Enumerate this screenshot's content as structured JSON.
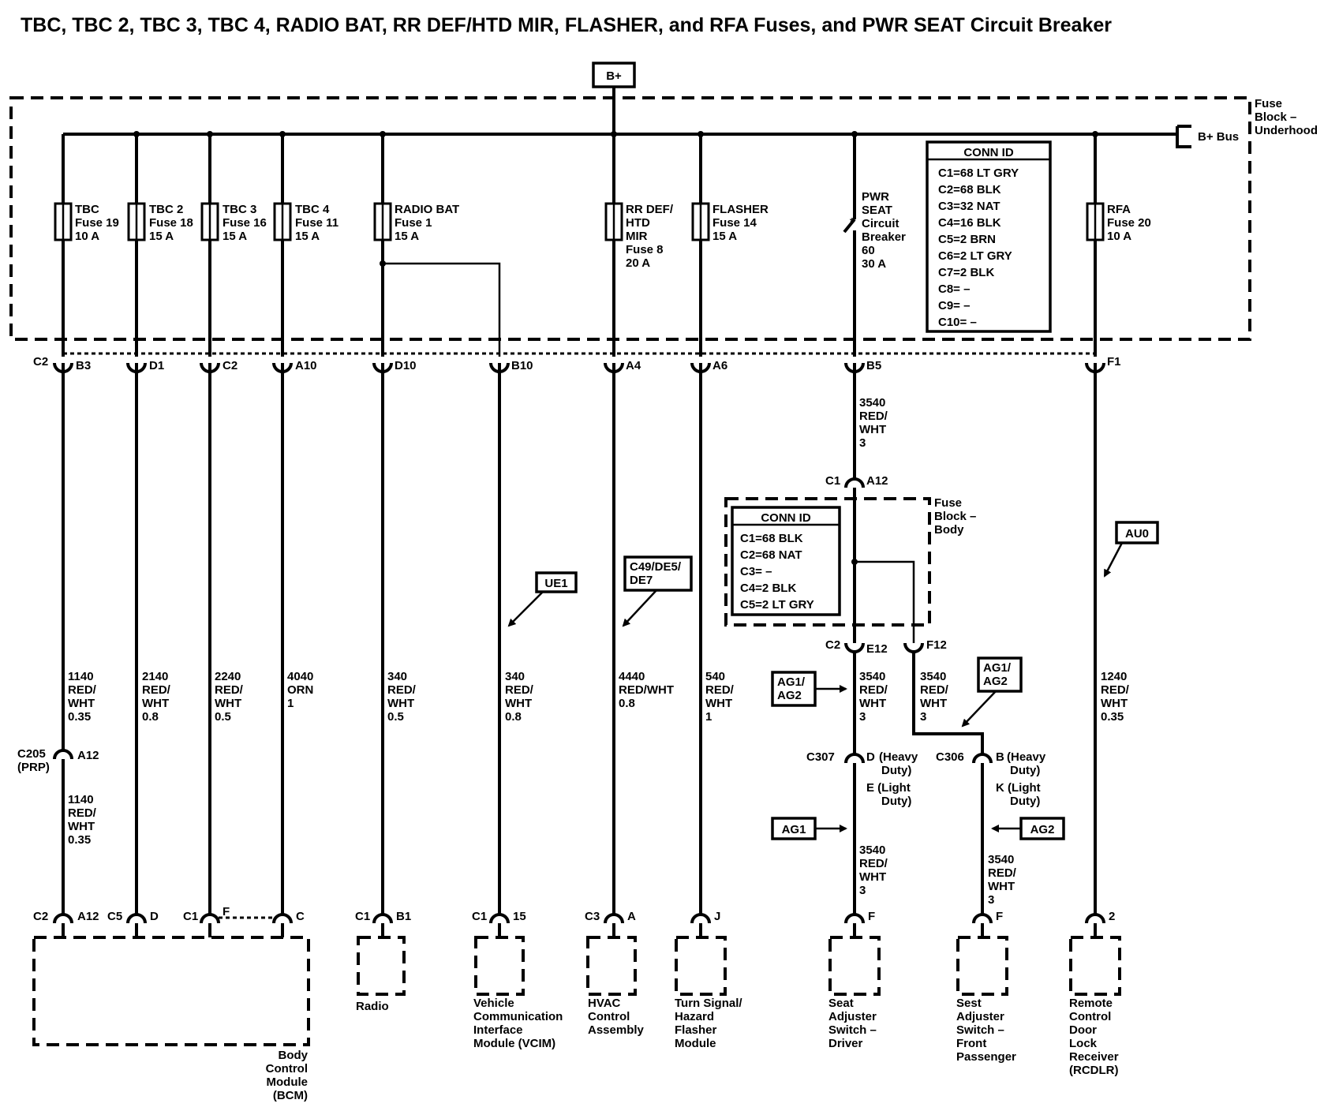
{
  "title": "TBC, TBC 2, TBC 3, TBC 4, RADIO BAT, RR  DEF/HTD   MIR, FLASHER, and RFA Fuses, and PWR SEAT Circuit Breaker",
  "bplus": "B+",
  "fuse_block_underhood": [
    "Fuse",
    "Block –",
    "Underhood"
  ],
  "bplus_bus": "B+ Bus",
  "fuses": [
    {
      "lines": [
        "TBC",
        "Fuse 19",
        "10 A"
      ]
    },
    {
      "lines": [
        "TBC 2",
        "Fuse 18",
        "15 A"
      ]
    },
    {
      "lines": [
        "TBC 3",
        "Fuse 16",
        "15 A"
      ]
    },
    {
      "lines": [
        "TBC 4",
        "Fuse 11",
        "15 A"
      ]
    },
    {
      "lines": [
        "RADIO BAT",
        "Fuse 1",
        "15 A"
      ]
    },
    {
      "lines": [
        "RR DEF/",
        "HTD",
        "MIR",
        "Fuse 8",
        "20 A"
      ]
    },
    {
      "lines": [
        "FLASHER",
        "Fuse 14",
        "15 A"
      ]
    },
    {
      "lines": [
        "PWR",
        "SEAT",
        "Circuit",
        "Breaker",
        "60",
        "30 A"
      ]
    },
    {
      "lines": [
        "RFA",
        "Fuse 20",
        "10 A"
      ]
    }
  ],
  "conn_id_underhood": {
    "header": "CONN ID",
    "rows": [
      "C1=68 LT GRY",
      "C2=68 BLK",
      "C3=32 NAT",
      "C4=16 BLK",
      "C5=2 BRN",
      "C6=2 LT GRY",
      "C7=2 BLK",
      "C8= –",
      "C9= –",
      "C10= –"
    ]
  },
  "conn_id_body": {
    "header": "CONN ID",
    "rows": [
      "C1=68 BLK",
      "C2=68 NAT",
      "C3= –",
      "C4=2 BLK",
      "C5=2 LT GRY"
    ]
  },
  "fuse_block_body": [
    "Fuse",
    "Block –",
    "Body"
  ],
  "top_pins": [
    "C2",
    "B3",
    "D1",
    "C2",
    "A10",
    "D10",
    "B10",
    "A4",
    "A6",
    "B5",
    "F1"
  ],
  "wires": [
    {
      "lines": [
        "1140",
        "RED/",
        "WHT",
        "0.35"
      ]
    },
    {
      "lines": [
        "2140",
        "RED/",
        "WHT",
        "0.8"
      ]
    },
    {
      "lines": [
        "2240",
        "RED/",
        "WHT",
        "0.5"
      ]
    },
    {
      "lines": [
        "4040",
        "ORN",
        "1"
      ]
    },
    {
      "lines": [
        "340",
        "RED/",
        "WHT",
        "0.5"
      ]
    },
    {
      "lines": [
        "340",
        "RED/",
        "WHT",
        "0.8"
      ]
    },
    {
      "lines": [
        "4440",
        "RED/WHT",
        "0.8"
      ]
    },
    {
      "lines": [
        "540",
        "RED/",
        "WHT",
        "1"
      ]
    },
    {
      "lines": [
        "3540",
        "RED/",
        "WHT",
        "3"
      ]
    },
    {
      "lines": [
        "3540",
        "RED/",
        "WHT",
        "3"
      ]
    },
    {
      "lines": [
        "3540",
        "RED/",
        "WHT",
        "3"
      ]
    },
    {
      "lines": [
        "1240",
        "RED/",
        "WHT",
        "0.35"
      ]
    },
    {
      "lines": [
        "3540",
        "RED/",
        "WHT",
        "3"
      ]
    },
    {
      "lines": [
        "3540",
        "RED/",
        "WHT",
        "3"
      ]
    },
    {
      "lines": [
        "1140",
        "RED/",
        "WHT",
        "0.35"
      ]
    }
  ],
  "mid_pins": [
    "C1",
    "A12",
    "C2",
    "E12",
    "F12"
  ],
  "c205": {
    "name": [
      "C205",
      "(PRP)"
    ],
    "pin": "A12"
  },
  "c307": {
    "name": "C307",
    "pin": "D",
    "notes": [
      "(Heavy",
      "Duty)",
      "E (Light",
      "Duty)"
    ]
  },
  "c306": {
    "name": "C306",
    "pin": "B",
    "notes": [
      "(Heavy",
      "Duty)",
      "K (Light",
      "Duty)"
    ]
  },
  "options": [
    "UE1",
    "C49/DE5/",
    "DE7",
    "AU0",
    "AG1/",
    "AG2",
    "AG1/",
    "AG2",
    "AG1",
    "AG2"
  ],
  "bottom_pins": [
    "C2",
    "A12",
    "C5",
    "D",
    "C1",
    "F",
    "C",
    "C1",
    "B1",
    "C1",
    "15",
    "C3",
    "A",
    "J",
    "F",
    "F",
    "2"
  ],
  "components": [
    {
      "lines": [
        "Body",
        "Control",
        "Module",
        "(BCM)"
      ]
    },
    {
      "lines": [
        "Radio"
      ]
    },
    {
      "lines": [
        "Vehicle",
        "Communication",
        "Interface",
        "Module (VCIM)"
      ]
    },
    {
      "lines": [
        "HVAC",
        "Control",
        "Assembly"
      ]
    },
    {
      "lines": [
        "Turn Signal/",
        "Hazard",
        "Flasher",
        "Module"
      ]
    },
    {
      "lines": [
        "Seat",
        "Adjuster",
        "Switch –",
        "Driver"
      ]
    },
    {
      "lines": [
        "Sest",
        "Adjuster",
        "Switch –",
        "Front",
        "Passenger"
      ]
    },
    {
      "lines": [
        "Remote",
        "Control",
        "Door",
        "Lock",
        "Receiver",
        "(RCDLR)"
      ]
    }
  ]
}
